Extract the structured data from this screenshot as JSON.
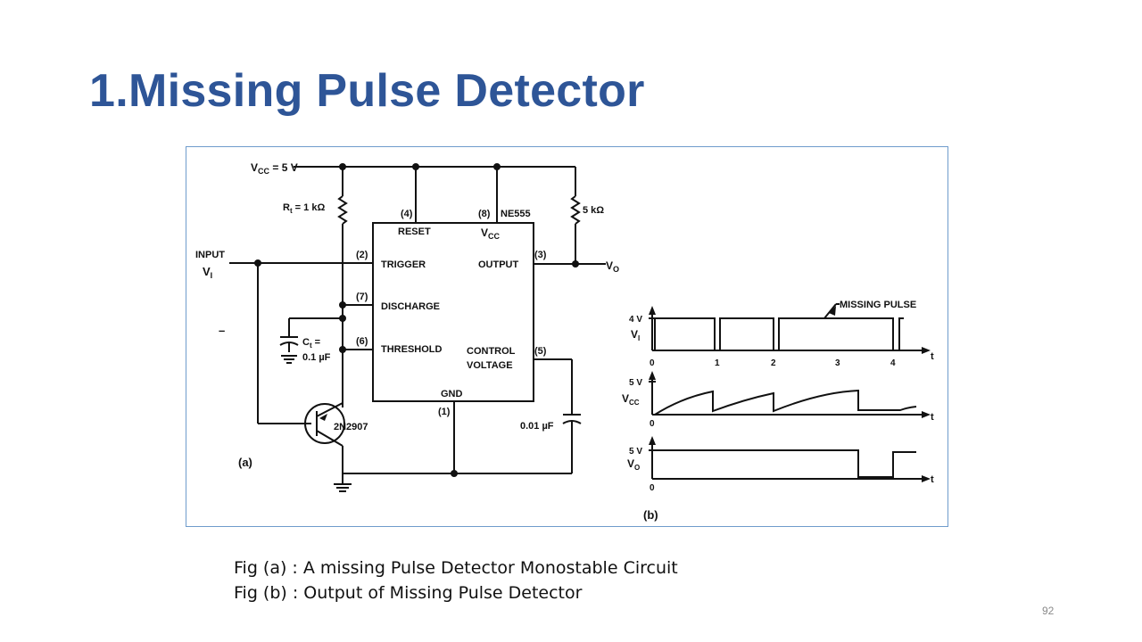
{
  "slide": {
    "title": "1.Missing Pulse Detector",
    "page_number": "92"
  },
  "captions": {
    "fig_a": "Fig (a) : A missing Pulse Detector Monostable Circuit",
    "fig_b": "Fig (b) : Output of Missing Pulse Detector"
  },
  "circuit": {
    "vcc_main": "V",
    "vcc_main_sub": "CC",
    "vcc_main_value": " = 5 V",
    "rt_label": "R",
    "rt_sub": "t",
    "rt_value": " = 1 kΩ",
    "r_pullup": "5 kΩ",
    "input_label": "INPUT",
    "vi_label": "V",
    "vi_sub": "I",
    "dash": "–",
    "ct_label": "C",
    "ct_sub": "t",
    "ct_eq": " =",
    "ct_value": "0.1 µF",
    "transistor": "2N2907",
    "c_control": "0.01 µF",
    "vo_label": "V",
    "vo_sub": "O",
    "panel_a": "(a)",
    "ic": {
      "name": "NE555",
      "pin4": "(4)",
      "pin8": "(8)",
      "pin2": "(2)",
      "pin3": "(3)",
      "pin7": "(7)",
      "pin6": "(6)",
      "pin5": "(5)",
      "pin1": "(1)",
      "reset": "RESET",
      "vcc": "V",
      "vcc_sub": "CC",
      "trigger": "TRIGGER",
      "output": "OUTPUT",
      "discharge": "DISCHARGE",
      "threshold": "THRESHOLD",
      "control": "CONTROL",
      "voltage": "VOLTAGE",
      "gnd": "GND"
    }
  },
  "waveforms": {
    "panel_b": "(b)",
    "missing_pulse": "MISSING PULSE",
    "vi_level": "4 V",
    "vcc_level": "5 V",
    "vo_level": "5 V",
    "vi": "V",
    "vi_sub": "I",
    "vcc": "V",
    "vcc_sub": "CC",
    "vo": "V",
    "vo_sub": "O",
    "time_axis": "t",
    "ticks": [
      "0",
      "1",
      "2",
      "3",
      "4"
    ],
    "zero": "0"
  },
  "colors": {
    "title": "#2e5597",
    "frame_border": "#6f9ccc"
  }
}
